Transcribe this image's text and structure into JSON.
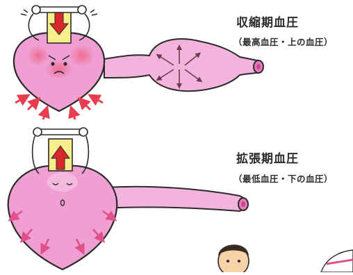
{
  "systolic": {
    "title": "収縮期血圧",
    "subtitle": "（最高血圧・上の血圧）"
  },
  "diastolic": {
    "title": "拡張期血圧",
    "subtitle": "（最低血圧・下の血圧）"
  },
  "colors": {
    "heart": "#ef9fd2",
    "heart_shadow": "#d87cbc",
    "artery": "#f2b3dc",
    "blush": "#f05a7e",
    "arrow_red": "#e83d4f",
    "arrow_dark": "#6b3a4e",
    "valve_yellow": "#f8ef8c",
    "valve_arrow": "#d9282b",
    "outline": "#2a2a2a"
  }
}
